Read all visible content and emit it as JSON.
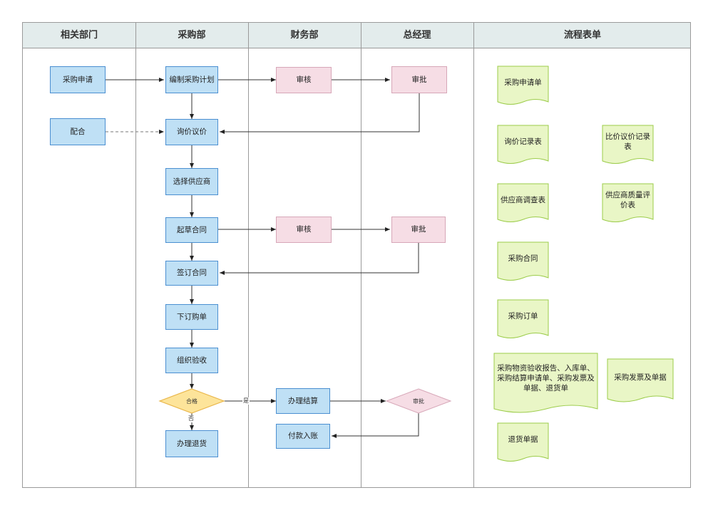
{
  "columns": [
    "相关部门",
    "采购部",
    "财务部",
    "总经理",
    "流程表单"
  ],
  "nodes": {
    "purchase_request": "采购申请",
    "cooperate": "配合",
    "make_plan": "编制采购计划",
    "inquiry": "询价议价",
    "select_supplier": "选择供应商",
    "draft_contract": "起草合同",
    "sign_contract": "签订合同",
    "place_order": "下订购单",
    "inspection": "组织验收",
    "qualified": "合格",
    "return_goods": "办理退货",
    "finance_review_1": "审核",
    "finance_review_2": "审核",
    "settlement": "办理结算",
    "payment": "付款入账",
    "gm_approve_1": "审批",
    "gm_approve_2": "审批",
    "gm_approve_3": "审批"
  },
  "edge_labels": {
    "yes": "是",
    "no": "否"
  },
  "forms": {
    "purchase_request_form": "采购申请单",
    "inquiry_record": "询价记录表",
    "price_compare_record": "比价议价记录表",
    "supplier_survey": "供应商调查表",
    "supplier_quality_eval": "供应商质量评价表",
    "purchase_contract": "采购合同",
    "purchase_order": "采购订单",
    "inspection_reports": "采购物资验收报告、入库单、采购结算申请单、采购发票及单据、退货单",
    "invoice_docs": "采购发票及单据",
    "return_docs": "退货单据"
  },
  "colors": {
    "header_bg": "#e3ecec",
    "process_fill": "#bfe0f5",
    "process_border": "#4b8fd1",
    "review_fill": "#f6dde5",
    "review_border": "#d7a7b8",
    "decision_fill": "#fde49a",
    "decision_border": "#e9b64a",
    "document_fill": "#e9f6c6",
    "document_border": "#9ccc4a"
  }
}
